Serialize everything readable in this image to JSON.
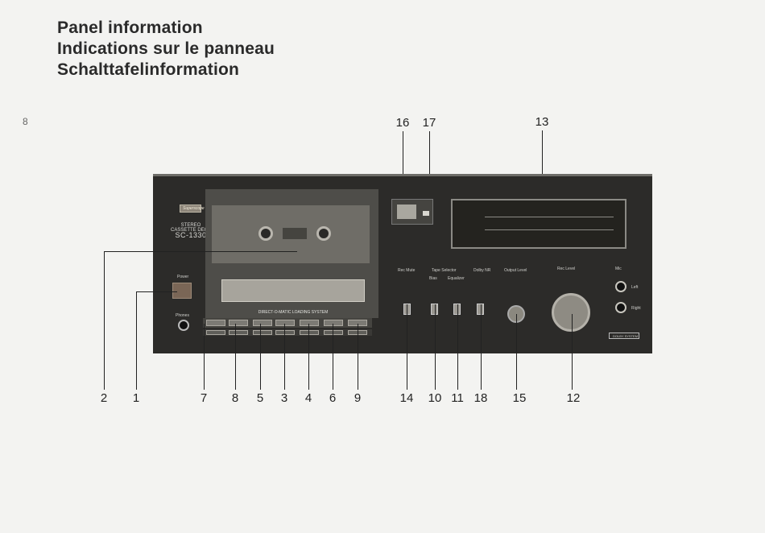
{
  "page": {
    "number": "8",
    "titles": [
      "Panel information",
      "Indications sur le panneau",
      "Schalttafelinformation"
    ]
  },
  "callouts": {
    "top": [
      "16",
      "17",
      "13"
    ],
    "bottom": [
      "2",
      "1",
      "7",
      "8",
      "5",
      "3",
      "4",
      "6",
      "9",
      "14",
      "10",
      "11",
      "18",
      "15",
      "12"
    ]
  },
  "deck": {
    "brand": "Superscope",
    "model_lines": [
      "STEREO",
      "CASSETTE DECK"
    ],
    "model": "SC-1330",
    "power_label": "Power",
    "phones_label": "Phones",
    "loading_system": "DIRECT-O-MATIC LOADING SYSTEM",
    "controls": {
      "rec_mute": "Rec Mute",
      "tape_selector": "Tape Selector",
      "bias": "Bias",
      "equalizer": "Equalizer",
      "dolby_nr": "Dolby NR",
      "output_level": "Output Level",
      "rec_level": "Rec Level",
      "mic": "Mic",
      "left": "Left",
      "right": "Right",
      "dolby_system": "DOLBY SYSTEM"
    }
  }
}
